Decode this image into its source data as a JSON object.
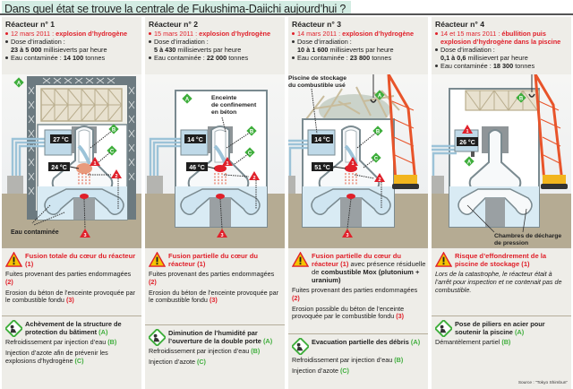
{
  "title": "Dans quel état se trouve la centrale de Fukushima-Daiichi aujourd’hui ?",
  "colors": {
    "accent_red": "#e0202a",
    "accent_green": "#3fae3c",
    "title_bg": "#d3ece3",
    "panel_bg": "#eeede8",
    "crane_orange": "#e8542a"
  },
  "reactors": [
    {
      "name": "Réacteur n° 1",
      "event_date": "12 mars 2011 :",
      "event_text": "explosion d’hydrogène",
      "dose_label": "Dose d’irradiation :",
      "dose_value": "23 à 5 000",
      "dose_unit": "millisieverts par heure",
      "water_label": "Eau contaminée :",
      "water_value": "14 100",
      "water_unit": "tonnes",
      "diagram": {
        "pool_temp": "27 °C",
        "core_temp": "24 °C",
        "label_contaminated_water": "Eau contaminée",
        "markers": [
          "A",
          "B",
          "C",
          "1",
          "2",
          "3"
        ]
      },
      "status": {
        "headline": "Fusion totale du cœur du réacteur",
        "headline_num": "(1)",
        "items": [
          {
            "text": "Fuites provenant des parties endommagées",
            "num": "(2)"
          },
          {
            "text": "Erosion du béton de l’enceinte provoquée par le combustible fondu",
            "num": "(3)"
          }
        ]
      },
      "actions": {
        "headline": "Achèvement de la structure de protection du bâtiment",
        "headline_tag": "(A)",
        "items": [
          {
            "text": "Refroidissement par injection d’eau",
            "tag": "(B)"
          },
          {
            "text": "Injection d’azote afin de prévenir les explosions d’hydrogène",
            "tag": "(C)"
          }
        ]
      }
    },
    {
      "name": "Réacteur n° 2",
      "event_date": "15 mars 2011 :",
      "event_text": "explosion d’hydrogène",
      "dose_label": "Dose d’irradiation :",
      "dose_value": "5 à 430",
      "dose_unit": "millisieverts par heure",
      "water_label": "Eau contaminée :",
      "water_value": "22 000",
      "water_unit": "tonnes",
      "diagram": {
        "pool_temp": "14 °C",
        "core_temp": "46 °C",
        "label_containment_1": "Enceinte",
        "label_containment_2": "de confinement",
        "label_containment_3": "en béton",
        "markers": [
          "A",
          "B",
          "C",
          "1",
          "2",
          "3"
        ]
      },
      "status": {
        "headline": "Fusion partielle du cœur du réacteur",
        "headline_num": "(1)",
        "items": [
          {
            "text": "Fuites provenant des parties endommagées",
            "num": "(2)"
          },
          {
            "text": "Erosion du béton de l’enceinte provoquée par le combustible fondu",
            "num": "(3)"
          }
        ]
      },
      "actions": {
        "headline": "Diminution de l’humidité par l’ouverture de la double porte",
        "headline_tag": "(A)",
        "items": [
          {
            "text": "Refroidissement par injection d’eau",
            "tag": "(B)"
          },
          {
            "text": "Injection d’azote",
            "tag": "(C)"
          }
        ]
      }
    },
    {
      "name": "Réacteur n° 3",
      "event_date": "14 mars 2011 :",
      "event_text": "explosion d’hydrogène",
      "dose_label": "Dose d’irradiation :",
      "dose_value": "10 à 1 600",
      "dose_unit": "millisieverts par heure",
      "water_label": "Eau contaminée :",
      "water_value": "23 800",
      "water_unit": "tonnes",
      "diagram": {
        "pool_temp": "14 °C",
        "core_temp": "51 °C",
        "label_pool_1": "Piscine de stockage",
        "label_pool_2": "du combustible usé",
        "markers": [
          "A",
          "B",
          "C",
          "1",
          "2",
          "3"
        ]
      },
      "status": {
        "headline": "Fusion partielle du cœur du réacteur",
        "headline_num": "(1)",
        "headline_rest": "avec présence résiduelle de",
        "headline_bold": "combustible Mox (plutonium + uranium)",
        "items": [
          {
            "text": "Fuites provenant des parties endommagées",
            "num": "(2)"
          },
          {
            "text": "Erosion possible du béton de l’enceinte provoquée par le combustible fondu",
            "num": "(3)"
          }
        ]
      },
      "actions": {
        "headline": "Evacuation partielle des débris",
        "headline_tag": "(A)",
        "items": [
          {
            "text": "Refroidissement par injection d’eau",
            "tag": "(B)"
          },
          {
            "text": "Injection d’azote",
            "tag": "(C)"
          }
        ]
      }
    },
    {
      "name": "Réacteur n° 4",
      "event_date": "14 et 15 mars 2011 :",
      "event_text": "ébullition puis explosion d’hydrogène dans la piscine",
      "dose_label": "Dose d’irradiation :",
      "dose_value": "0,1 à 0,6",
      "dose_unit": "millisievert par heure",
      "water_label": "Eau contaminée :",
      "water_value": "18 300",
      "water_unit": "tonnes",
      "diagram": {
        "pool_temp": "26 °C",
        "label_chambers_1": "Chambres de décharge",
        "label_chambers_2": "de pression",
        "markers": [
          "A",
          "B",
          "1"
        ]
      },
      "status": {
        "headline": "Risque d’effondrement de la piscine de stockage",
        "headline_num": "(1)",
        "note": "Lors de la catastrophe, le réacteur était à l’arrêt pour inspection et ne contenait pas de combustible."
      },
      "actions": {
        "headline": "Pose de piliers en acier pour soutenir la piscine",
        "headline_tag": "(A)",
        "items": [
          {
            "text": "Démantèlement partiel",
            "tag": "(B)"
          }
        ]
      }
    }
  ],
  "source": "Source : “Tokyo Shimbun”"
}
